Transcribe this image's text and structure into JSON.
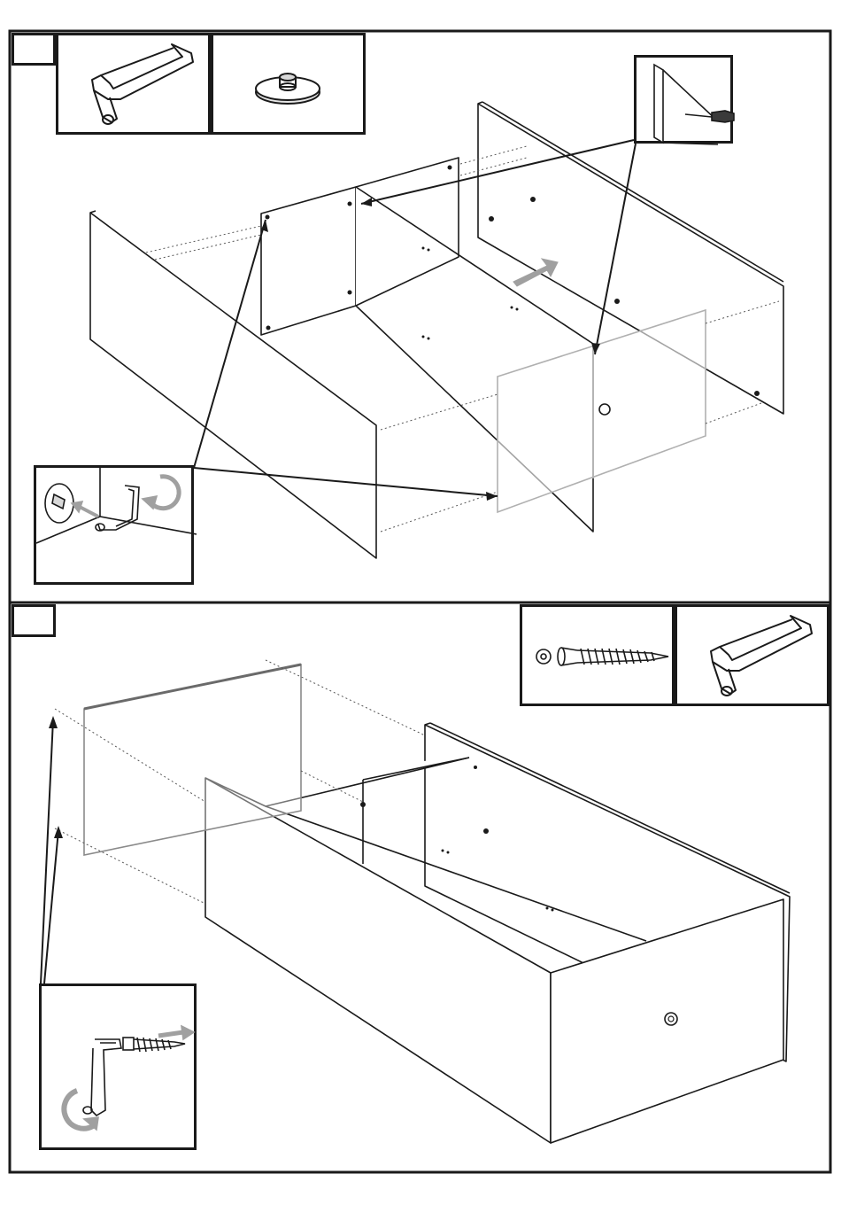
{
  "document": {
    "type": "assembly-instructions",
    "steps": [
      {
        "number": "",
        "parts": [
          {
            "name": "allen-key",
            "label": ""
          },
          {
            "name": "cam-lock-disc",
            "label": ""
          }
        ],
        "details": [
          "screwdriver-insert-detail",
          "cam-lock-tighten-detail"
        ]
      },
      {
        "number": "",
        "parts": [
          {
            "name": "confirmat-screw",
            "label": ""
          },
          {
            "name": "allen-key",
            "label": ""
          }
        ],
        "details": [
          "screw-tighten-detail"
        ]
      }
    ],
    "colors": {
      "line": "#1a1a1a",
      "arrow_gray": "#a0a0a0",
      "glass_panel": "#b8b8b8"
    }
  }
}
